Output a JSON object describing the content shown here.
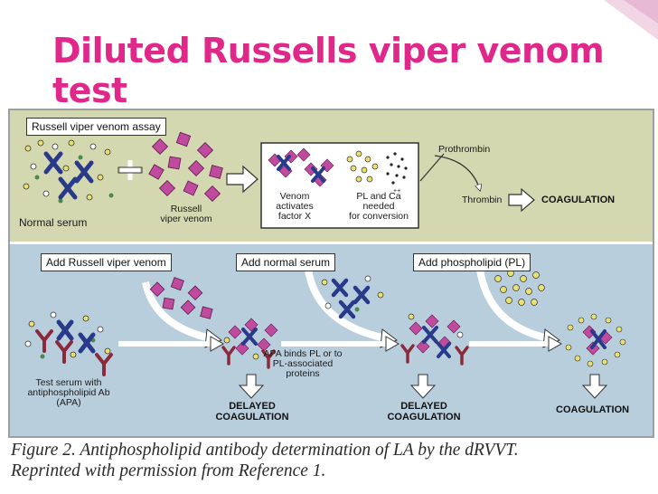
{
  "slide": {
    "title": "Diluted Russells viper venom test"
  },
  "top_panel": {
    "assay_label": "Russell viper venom assay",
    "normal_serum": "Normal serum",
    "plus": "+",
    "russell_venom": "Russell\nviper venom",
    "venom_activates": "Venom\nactivates\nfactor X",
    "pl_ca_needed": "PL and Ca\nneeded\nfor conversion",
    "ca_superscript": "++",
    "prothrombin": "Prothrombin",
    "thrombin": "Thrombin",
    "coagulation": "COAGULATION"
  },
  "bottom_panel": {
    "step1": "Add Russell viper venom",
    "step2": "Add normal serum",
    "step3": "Add phospholipid (PL)",
    "test_serum": "Test serum with\nantiphospholipid Ab\n(APA)",
    "apa_binds": "APA binds PL or to\nPL-associated\nproteins",
    "delayed1": "DELAYED\nCOAGULATION",
    "delayed2": "DELAYED\nCOAGULATION",
    "coagulation": "COAGULATION"
  },
  "caption": {
    "line1": "Figure 2. Antiphospholipid antibody determination of LA by the dRVVT.",
    "line2": "Reprinted with permission from Reference 1."
  },
  "colors": {
    "title": "#e0288a",
    "top_panel_bg": "#d3d8b0",
    "bottom_panel_bg": "#b9cedd",
    "venom": "#c04a9e",
    "factor_x": "#2a3a8a",
    "antibody": "#8a2a3a",
    "pl_circle": "#e8e070"
  },
  "icons": [
    "plus-icon",
    "arrow-right-icon",
    "arrow-down-icon",
    "curved-arrow-icon",
    "venom-diamond-icon",
    "factor-x-cross-icon",
    "antibody-y-icon",
    "phospholipid-circle-icon"
  ]
}
